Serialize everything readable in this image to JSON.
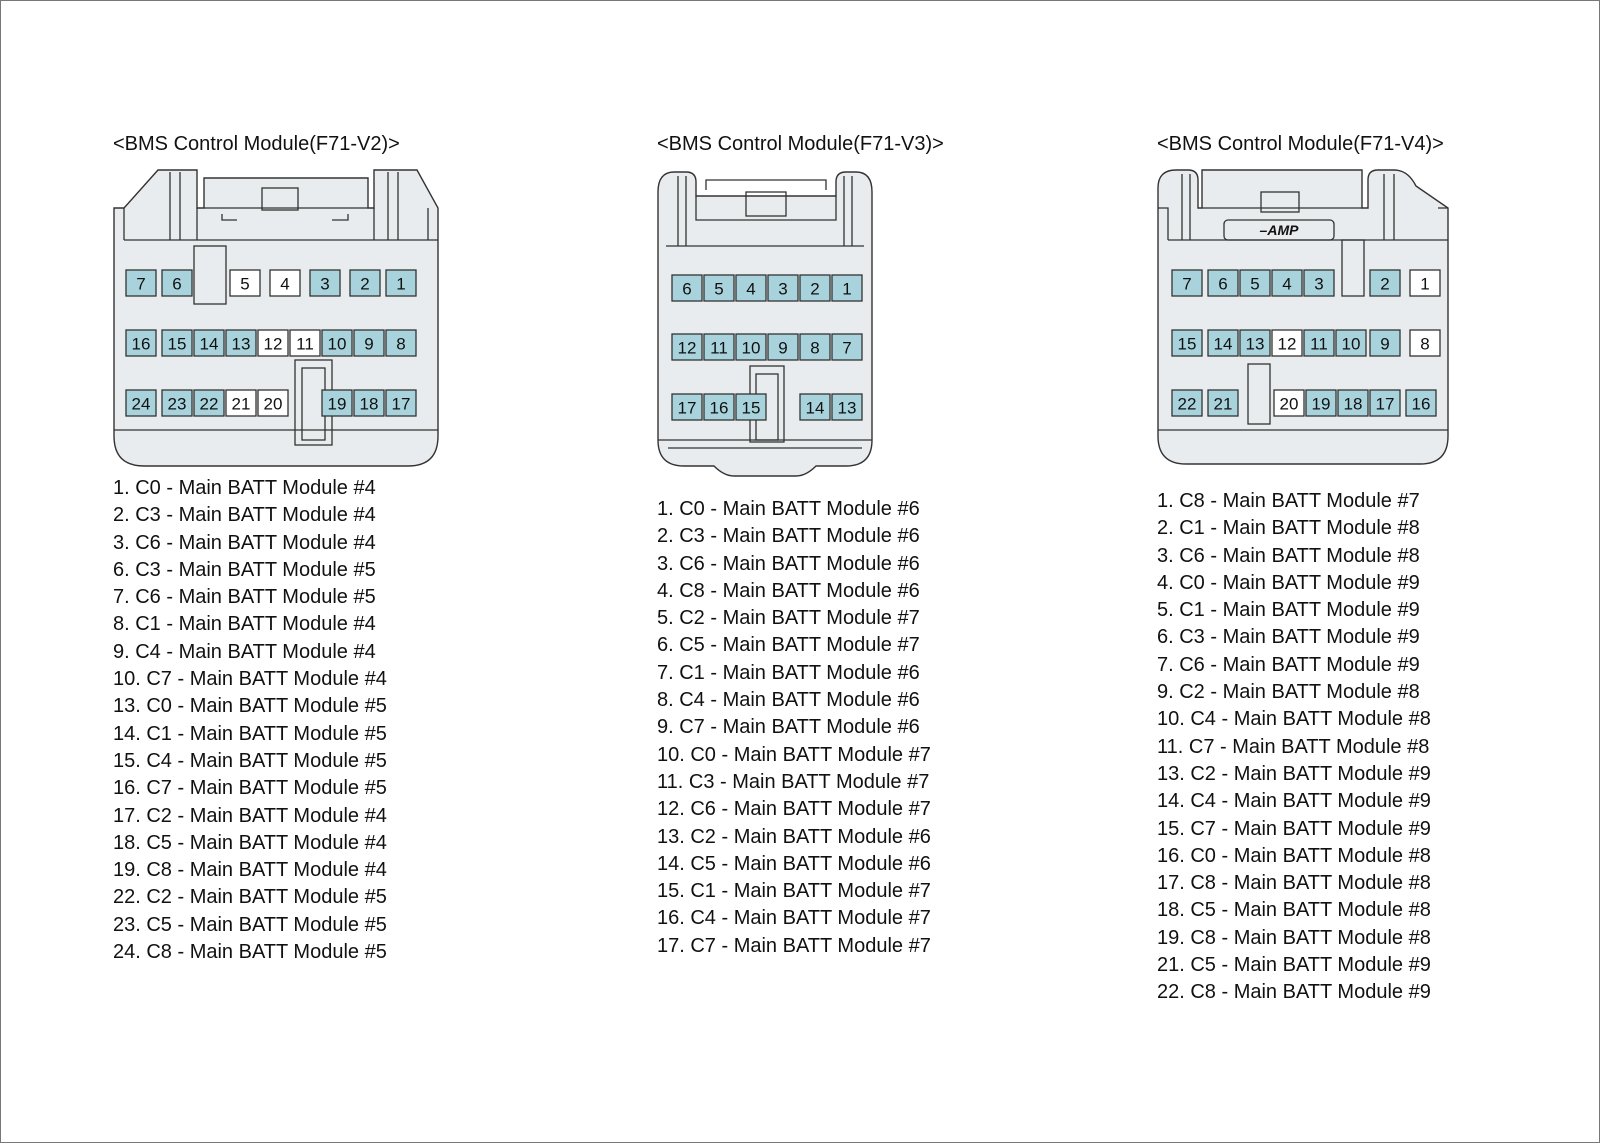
{
  "colors": {
    "active_pin": "#a9d3dc",
    "empty_pin": "#ffffff",
    "housing": "#e9ecee",
    "outline": "#333333"
  },
  "connectors": [
    {
      "title": "<BMS Control Module(F71-V2)>",
      "pins": [
        {
          "n": "7",
          "a": true
        },
        {
          "n": "6",
          "a": true
        },
        {
          "n": "5",
          "a": false
        },
        {
          "n": "4",
          "a": false
        },
        {
          "n": "3",
          "a": true
        },
        {
          "n": "2",
          "a": true
        },
        {
          "n": "1",
          "a": true
        },
        {
          "n": "16",
          "a": true
        },
        {
          "n": "15",
          "a": true
        },
        {
          "n": "14",
          "a": true
        },
        {
          "n": "13",
          "a": true
        },
        {
          "n": "12",
          "a": false
        },
        {
          "n": "11",
          "a": false
        },
        {
          "n": "10",
          "a": true
        },
        {
          "n": "9",
          "a": true
        },
        {
          "n": "8",
          "a": true
        },
        {
          "n": "24",
          "a": true
        },
        {
          "n": "23",
          "a": true
        },
        {
          "n": "22",
          "a": true
        },
        {
          "n": "21",
          "a": false
        },
        {
          "n": "20",
          "a": false
        },
        {
          "n": "19",
          "a": true
        },
        {
          "n": "18",
          "a": true
        },
        {
          "n": "17",
          "a": true
        }
      ],
      "assignments": [
        "1. C0 - Main BATT Module #4",
        "2. C3 - Main BATT Module #4",
        "3. C6 - Main BATT Module #4",
        "6. C3 - Main BATT Module #5",
        "7. C6 - Main BATT Module #5",
        "8. C1 - Main BATT Module #4",
        "9. C4 - Main BATT Module #4",
        "10. C7 - Main BATT Module #4",
        "13. C0 - Main BATT Module #5",
        "14. C1 - Main BATT Module #5",
        "15. C4 - Main BATT Module #5",
        "16. C7 - Main BATT Module #5",
        "17. C2 - Main BATT Module #4",
        "18. C5 - Main BATT Module #4",
        "19. C8 - Main BATT Module #4",
        "22. C2 - Main BATT Module #5",
        "23. C5 - Main BATT Module #5",
        "24. C8 - Main BATT Module #5"
      ]
    },
    {
      "title": "<BMS Control Module(F71-V3)>",
      "pins": [
        {
          "n": "6",
          "a": true
        },
        {
          "n": "5",
          "a": true
        },
        {
          "n": "4",
          "a": true
        },
        {
          "n": "3",
          "a": true
        },
        {
          "n": "2",
          "a": true
        },
        {
          "n": "1",
          "a": true
        },
        {
          "n": "12",
          "a": true
        },
        {
          "n": "11",
          "a": true
        },
        {
          "n": "10",
          "a": true
        },
        {
          "n": "9",
          "a": true
        },
        {
          "n": "8",
          "a": true
        },
        {
          "n": "7",
          "a": true
        },
        {
          "n": "17",
          "a": true
        },
        {
          "n": "16",
          "a": true
        },
        {
          "n": "15",
          "a": true
        },
        {
          "n": "14",
          "a": true
        },
        {
          "n": "13",
          "a": true
        }
      ],
      "assignments": [
        "1. C0 - Main BATT Module #6",
        "2. C3 - Main BATT Module #6",
        "3. C6 - Main BATT Module #6",
        "4. C8 - Main BATT Module #6",
        "5. C2 - Main BATT Module #7",
        "6. C5 - Main BATT Module #7",
        "7. C1 - Main BATT Module #6",
        "8. C4 - Main BATT Module #6",
        "9. C7 - Main BATT Module #6",
        "10. C0 - Main BATT Module #7",
        "11. C3 - Main BATT Module #7",
        "12. C6 - Main BATT Module #7",
        "13. C2 - Main BATT Module #6",
        "14. C5 - Main BATT Module #6",
        "15. C1 - Main BATT Module #7",
        "16. C4 - Main BATT Module #7",
        "17. C7 - Main BATT Module #7"
      ]
    },
    {
      "title": "<BMS Control Module(F71-V4)>",
      "logo": "AMP",
      "pins": [
        {
          "n": "7",
          "a": true
        },
        {
          "n": "6",
          "a": true
        },
        {
          "n": "5",
          "a": true
        },
        {
          "n": "4",
          "a": true
        },
        {
          "n": "3",
          "a": true
        },
        {
          "n": "2",
          "a": true
        },
        {
          "n": "1",
          "a": false
        },
        {
          "n": "15",
          "a": true
        },
        {
          "n": "14",
          "a": true
        },
        {
          "n": "13",
          "a": true
        },
        {
          "n": "12",
          "a": false
        },
        {
          "n": "11",
          "a": true
        },
        {
          "n": "10",
          "a": true
        },
        {
          "n": "9",
          "a": true
        },
        {
          "n": "8",
          "a": false
        },
        {
          "n": "22",
          "a": true
        },
        {
          "n": "21",
          "a": true
        },
        {
          "n": "20",
          "a": false
        },
        {
          "n": "19",
          "a": true
        },
        {
          "n": "18",
          "a": true
        },
        {
          "n": "17",
          "a": true
        },
        {
          "n": "16",
          "a": true
        }
      ],
      "assignments": [
        "1. C8 - Main BATT Module #7",
        "2. C1 - Main BATT Module #8",
        "3. C6 - Main BATT Module #8",
        "4. C0 - Main BATT Module #9",
        "5. C1 - Main BATT Module #9",
        "6. C3 - Main BATT Module #9",
        "7. C6 - Main BATT Module #9",
        "9. C2 - Main BATT Module #8",
        "10. C4 - Main BATT Module #8",
        "11. C7 - Main BATT Module #8",
        "13. C2 - Main BATT Module #9",
        "14. C4 - Main BATT Module #9",
        "15. C7 - Main BATT Module #9",
        "16. C0 - Main BATT Module #8",
        "17. C8 - Main BATT Module #8",
        "18. C5 - Main BATT Module #8",
        "19. C8 - Main BATT Module #8",
        "21. C5 - Main BATT Module #9",
        "22. C8 - Main BATT Module #9"
      ]
    }
  ]
}
